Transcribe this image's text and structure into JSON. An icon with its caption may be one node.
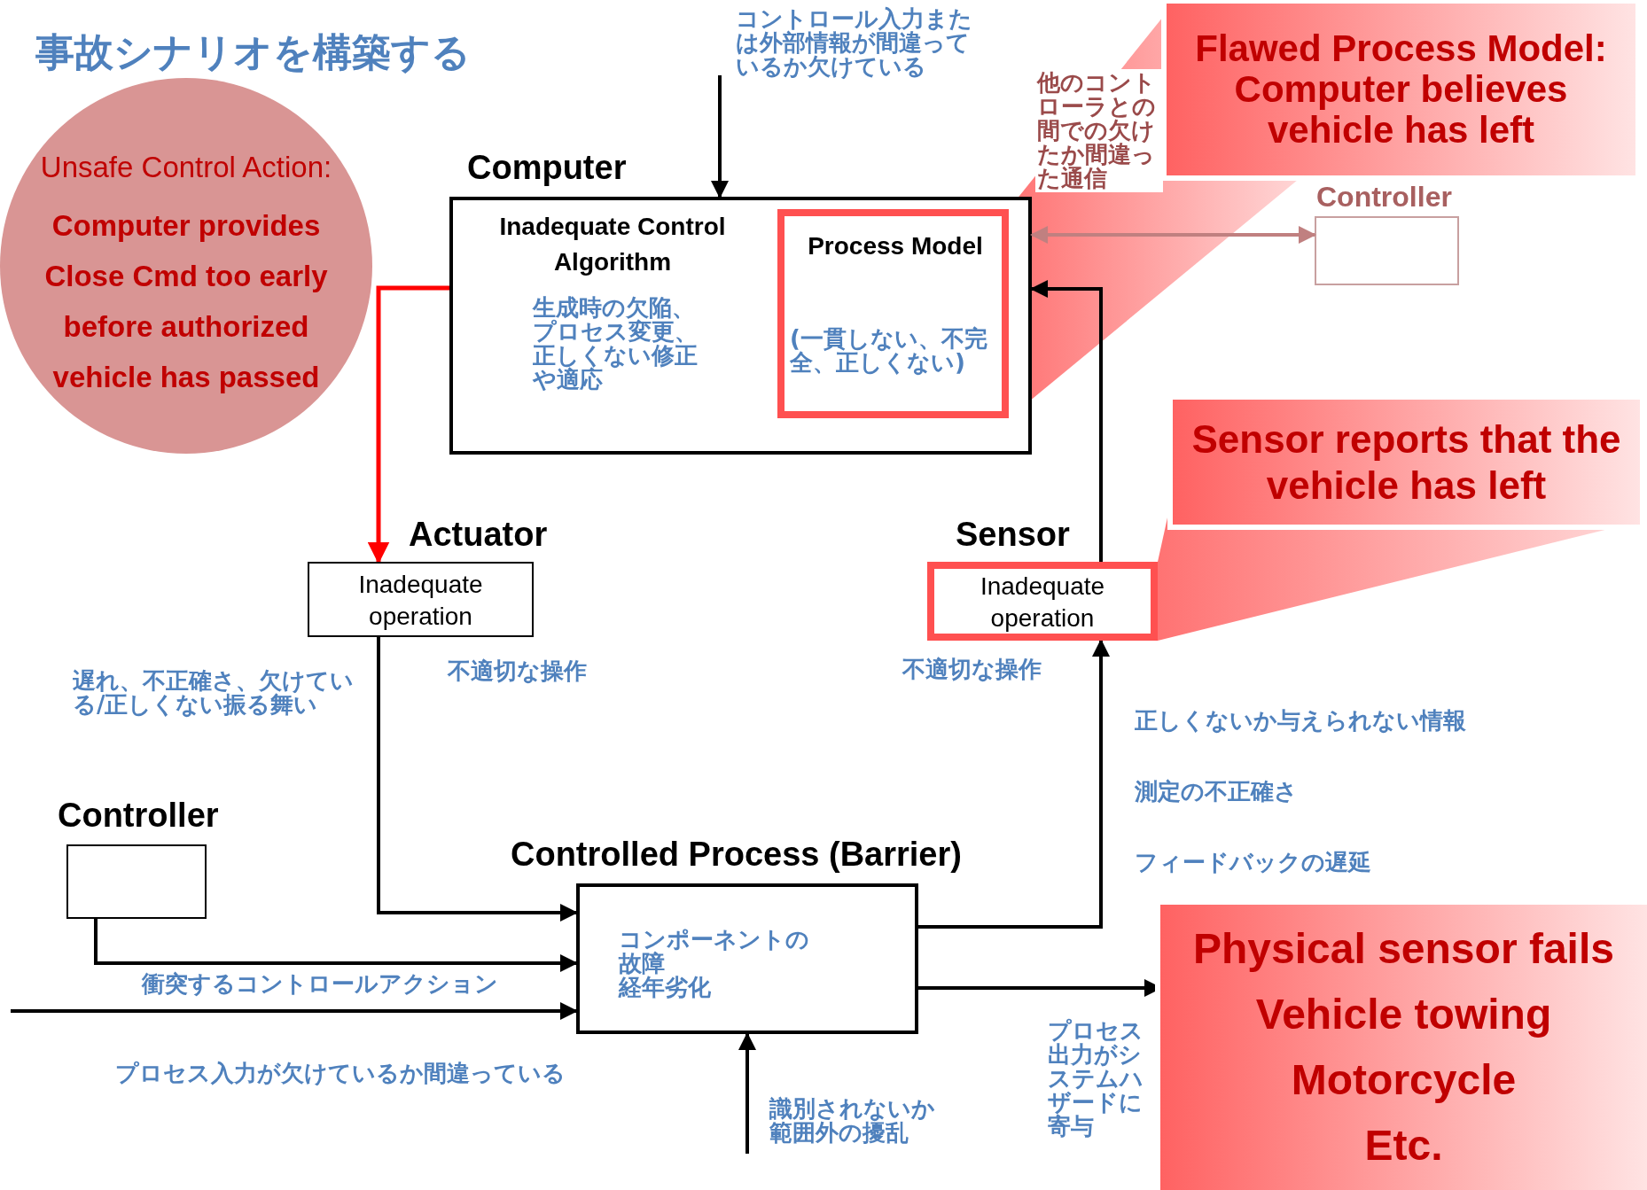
{
  "diagram": {
    "title": "事故シナリオを構築する",
    "nodes": [
      {
        "text": [
          "Unsafe Control Action:",
          "Computer provides Close Cmd too early before authorized vehicle has passed"
        ]
      },
      {
        "text": [
          "Computer",
          "Inadequate Control Algorithm",
          "生成時の欠陥、プロセス変更、正しくない修正や適応"
        ]
      },
      {
        "text": [
          "Process Model",
          "(一貫しない、不完全、正しくない)"
        ],
        "in": 1
      },
      {
        "text": [
          "Actuator",
          "Inadequate operation"
        ],
        "beside": [
          "不適切な操作"
        ]
      },
      {
        "text": [
          "Sensor",
          "Inadequate operation"
        ],
        "beside": [
          "不適切な操作"
        ]
      },
      {
        "text": [
          "Controller"
        ]
      },
      {
        "text": [
          "Controlled Process (Barrier)",
          "コンポーネントの故障",
          "経年劣化"
        ]
      },
      {
        "text": [
          "Controller"
        ]
      },
      {
        "text": [
          "Flawed Process Model: Computer believes vehicle has left"
        ]
      },
      {
        "text": [
          "Sensor reports that the vehicle has left"
        ]
      },
      {
        "text": [
          "Physical sensor fails",
          "Vehicle towing",
          "Motorcycle",
          "Etc."
        ]
      }
    ],
    "edges": [
      {
        "from": null,
        "to": 1,
        "arrow": "to",
        "label": "コントロール入力または外部情報が間違っているか欠けている"
      },
      {
        "from": 1,
        "to": 3,
        "arrow": "to",
        "color": "#ff0000"
      },
      {
        "from": 7,
        "to": 1,
        "arrow": "both",
        "color": "#c08080",
        "label": "他のコントローラとの間での欠けたか間違った通信"
      },
      {
        "from": 4,
        "to": 1,
        "arrow": "to"
      },
      {
        "from": 3,
        "to": 6,
        "arrow": "to",
        "label": "遅れ、不正確さ、欠けている/正しくない振る舞い"
      },
      {
        "from": 5,
        "to": 6,
        "arrow": "to",
        "label": "衝突するコントロールアクション"
      },
      {
        "from": null,
        "to": 6,
        "arrow": "to",
        "label": "プロセス入力が欠けているか間違っている"
      },
      {
        "from": 6,
        "to": 4,
        "arrow": "to"
      },
      {
        "from": 6,
        "to": 10,
        "arrow": "to",
        "label": "プロセス出力がシステムハザードに寄与"
      },
      {
        "from": null,
        "to": 6,
        "arrow": "to",
        "label": "識別されないか範囲外の擾乱"
      },
      {
        "from": 8,
        "to": 2,
        "arrow": "none"
      },
      {
        "from": 9,
        "to": 4,
        "arrow": "none"
      }
    ],
    "labels": [
      "正しくないか与えられない情報",
      "測定の不正確さ",
      "フィードバックの遅延"
    ]
  }
}
